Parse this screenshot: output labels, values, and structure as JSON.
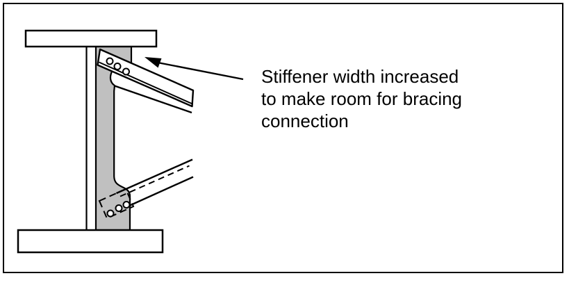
{
  "figure": {
    "annotation": {
      "line1": "Stiffener width increased",
      "line2": "to make room for bracing",
      "line3": "connection"
    },
    "colors": {
      "stiffener_fill": "#c0c0c0",
      "line": "#000000",
      "background": "#ffffff"
    }
  }
}
